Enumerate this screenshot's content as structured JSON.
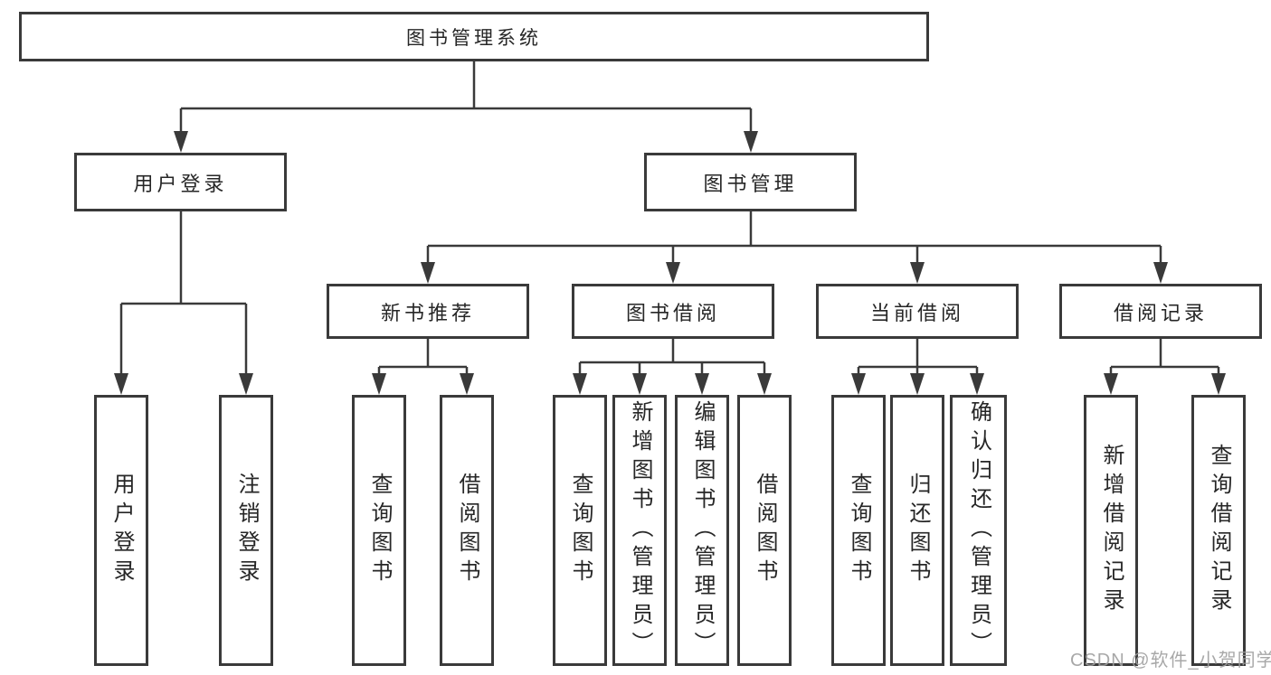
{
  "colors": {
    "line": "#3a3a3a",
    "box-border": "#3a3a3a",
    "text": "#262626",
    "watermark": "#9f9f9f"
  },
  "diagram": {
    "type": "hierarchy-tree",
    "root": {
      "label": "图书管理系统"
    },
    "branches": [
      {
        "label": "用户登录",
        "children": [
          {
            "label": "用户登录"
          },
          {
            "label": "注销登录"
          }
        ]
      },
      {
        "label": "图书管理",
        "children": [
          {
            "label": "新书推荐",
            "children": [
              {
                "label": "查询图书"
              },
              {
                "label": "借阅图书"
              }
            ]
          },
          {
            "label": "图书借阅",
            "children": [
              {
                "label": "查询图书"
              },
              {
                "label": "新增图书（管理员）"
              },
              {
                "label": "编辑图书（管理员）"
              },
              {
                "label": "借阅图书"
              }
            ]
          },
          {
            "label": "当前借阅",
            "children": [
              {
                "label": "查询图书"
              },
              {
                "label": "归还图书"
              },
              {
                "label": "确认归还（管理员）"
              }
            ]
          },
          {
            "label": "借阅记录",
            "children": [
              {
                "label": "新增借阅记录"
              },
              {
                "label": "查询借阅记录"
              }
            ]
          }
        ]
      }
    ]
  },
  "watermark": {
    "text": "CSDN @软件_小贺同学"
  }
}
